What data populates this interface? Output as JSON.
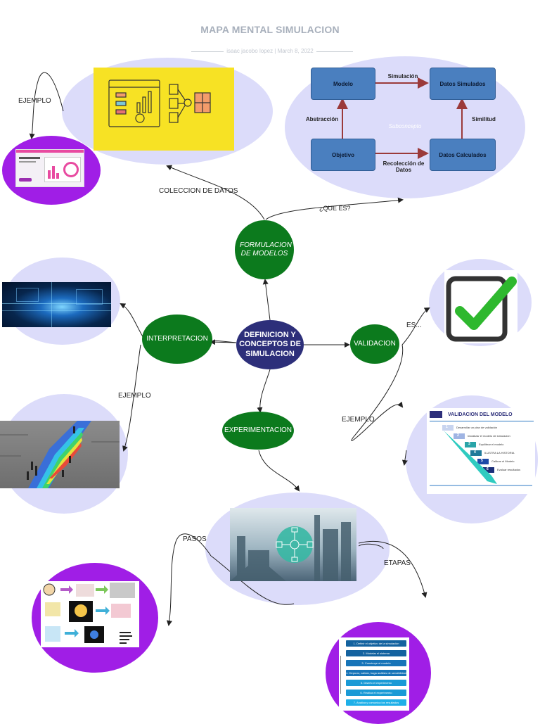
{
  "header": {
    "title": "MAPA MENTAL SIMULACION",
    "subtitle": "isaac jacobo lopez  |  March 8, 2022"
  },
  "nodes": {
    "center": "DEFINICION Y CONCEPTOS DE SIMULACION",
    "formulacion": "FORMULACION DE MODELOS",
    "interpretacion": "INTERPRETACION",
    "validacion": "VALIDACION",
    "experimentacion": "EXPERIMENTACION"
  },
  "edge_labels": {
    "ejemplo_top": "EJEMPLO",
    "coleccion": "COLECCION DE DATOS",
    "que_es": "¿QUE ES?",
    "es": "ES...",
    "ejemplo_left": "EJEMPLO",
    "ejemplo_right": "EJEMPLO",
    "pasos": "PASOS",
    "etapas": "ETAPAS"
  },
  "concept_map": {
    "boxes": [
      "Modelo",
      "Datos Simulados",
      "Objetivo",
      "Datos Calculados"
    ],
    "labels": {
      "simulacion": "Simulación",
      "abstraccion": "Abstracción",
      "similitud": "Similitud",
      "recoleccion": "Recolección de Datos",
      "subconcepto": "Subconcepto"
    }
  },
  "validation_slide": {
    "title": "VALIDACION DEL MODELO",
    "steps": [
      "Desarrollar un plan de validación",
      "Inicializar el modelo de simulación",
      "Equilibrar el modelo",
      "ILUSTRA LA HISTORIA",
      "Calibrar el Modelo",
      "Evaluar resultados"
    ],
    "numbers": [
      "1",
      "2",
      "3",
      "4",
      "5",
      "6"
    ]
  },
  "stages_list": {
    "items": [
      "1. Definir el objetivo de la simulación",
      "2. Modelar el sistema",
      "3. Construye el modelo",
      "4. Depurar, validar, haga análisis de sensibilidad",
      "5. Diseño el experimento",
      "6. Realiza el experimento",
      "7. Analiza y comunica los resultados"
    ]
  },
  "colors": {
    "green_node": "#0c7a1d",
    "center_node": "#2d2f7a",
    "lavender_bubble": "#dcdcfa",
    "purple_bubble": "#a01ee6",
    "concept_box": "#4a7fbf",
    "connector": "#9b3a3a",
    "dashboard_bg": "#f7e224"
  }
}
